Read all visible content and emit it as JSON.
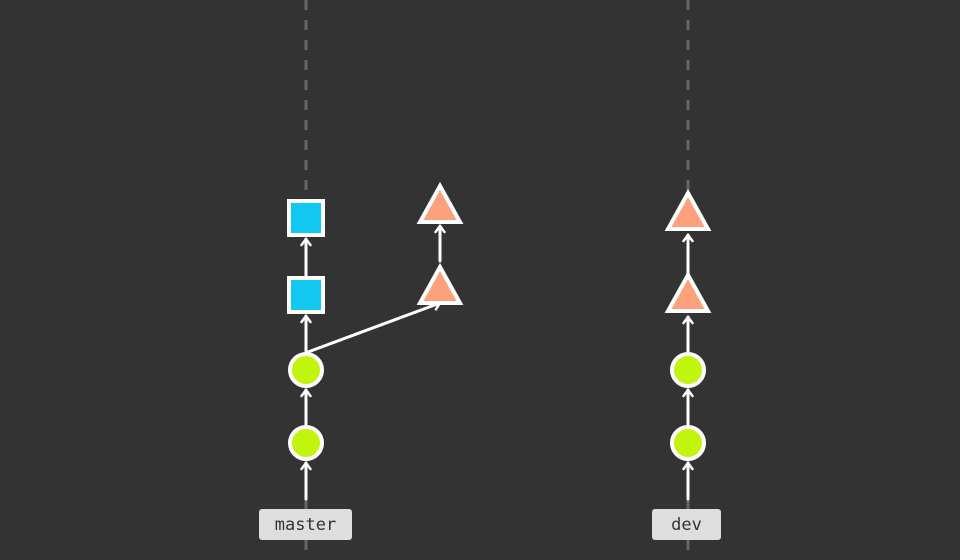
{
  "colors": {
    "background": "#333333",
    "guide": "#666666",
    "edge": "#ffffff",
    "node_stroke": "#ffffff",
    "circle": "#c2f50e",
    "square": "#13c8f0",
    "triangle": "#fda07c",
    "label_bg": "#dedede",
    "label_text": "#333333"
  },
  "branches": {
    "master": {
      "label": "master",
      "commits": [
        {
          "shape": "circle"
        },
        {
          "shape": "circle"
        },
        {
          "shape": "square"
        },
        {
          "shape": "square"
        }
      ],
      "side_branch": {
        "branches_from_commit": 2,
        "commits": [
          {
            "shape": "triangle"
          },
          {
            "shape": "triangle"
          }
        ]
      }
    },
    "dev": {
      "label": "dev",
      "commits": [
        {
          "shape": "circle"
        },
        {
          "shape": "circle"
        },
        {
          "shape": "triangle"
        },
        {
          "shape": "triangle"
        }
      ]
    }
  }
}
